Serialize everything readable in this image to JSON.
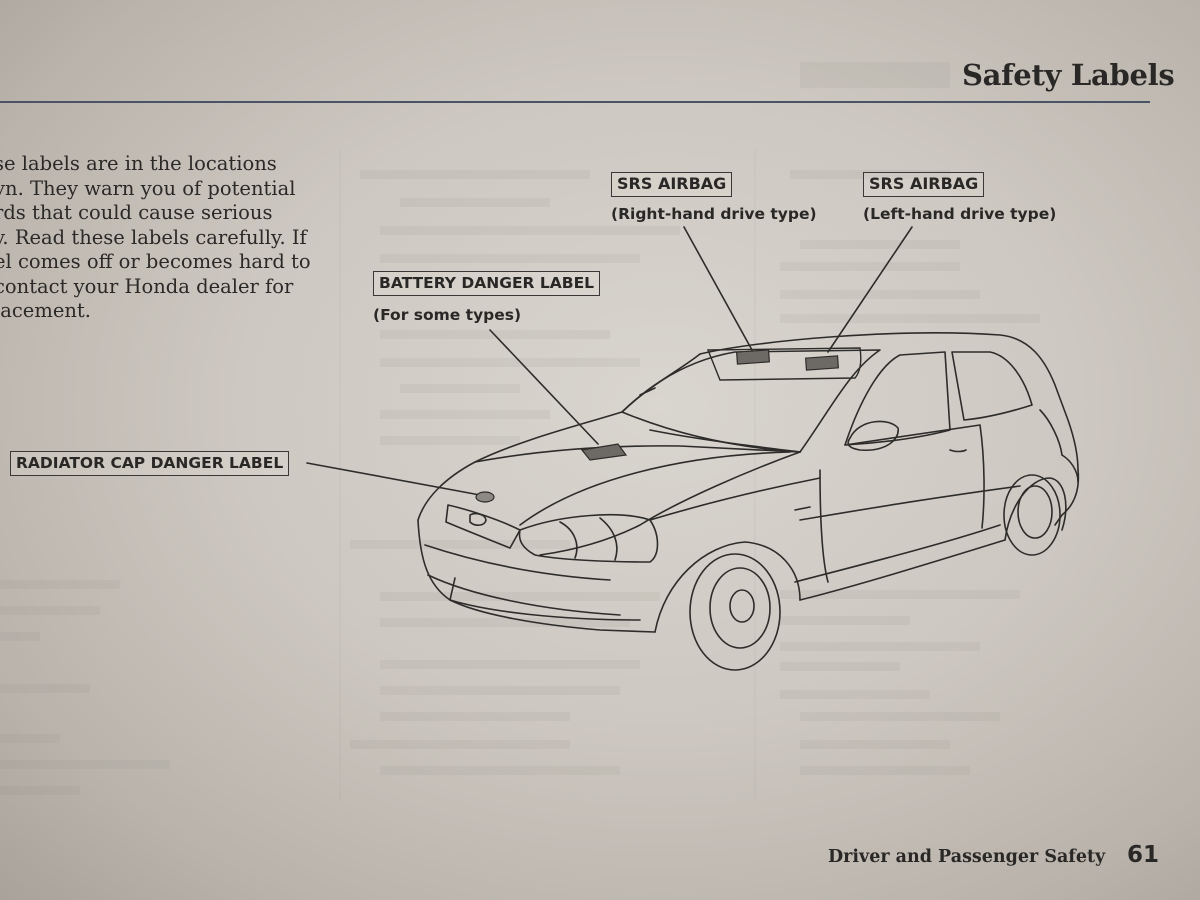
{
  "header": {
    "title": "Safety Labels"
  },
  "intro": {
    "lines": [
      "se labels are in the locations",
      "vn. They warn you of potential",
      "rds that could cause serious",
      "y. Read these labels carefully. If",
      "el comes off or becomes hard to",
      " contact your Honda dealer for",
      "lacement."
    ]
  },
  "labels": {
    "srs_right": {
      "title": "SRS AIRBAG",
      "note": "(Right-hand drive type)"
    },
    "srs_left": {
      "title": "SRS AIRBAG",
      "note": "(Left-hand drive type)"
    },
    "battery": {
      "title": "BATTERY DANGER LABEL",
      "note": "(For some types)"
    },
    "radiator": {
      "title": "RADIATOR CAP DANGER LABEL"
    }
  },
  "footer": {
    "section": "Driver and Passenger Safety",
    "page_number": "61"
  },
  "colors": {
    "paper": "#d4cfc8",
    "ink": "#2a2826",
    "rule": "#4a5464"
  }
}
